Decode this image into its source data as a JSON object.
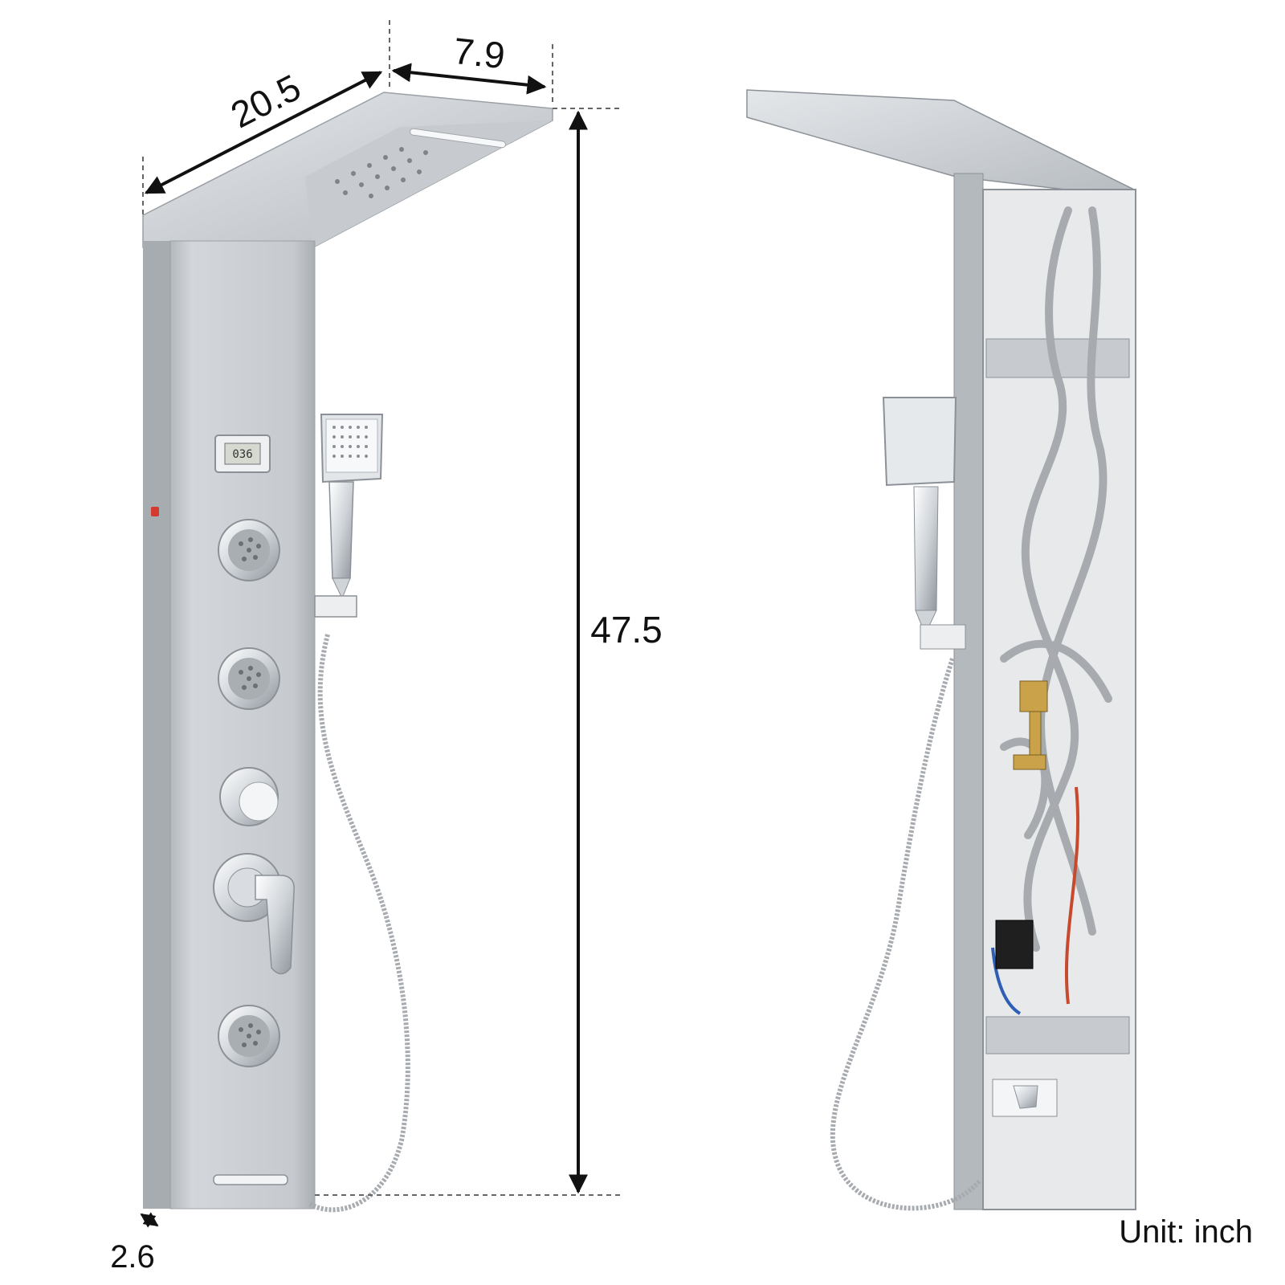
{
  "dimensions": {
    "width": "20.5",
    "depth": "7.9",
    "height": "47.5",
    "thickness": "2.6"
  },
  "unit_label": "Unit: inch",
  "display_readout": "036",
  "colors": {
    "steel": "#c4c8cc",
    "steel_dark": "#9ea3a8",
    "chrome": "#e8ebee",
    "hose": "#a7abaf",
    "brass": "#c9a24a",
    "indicator": "#d43a2f",
    "arrow": "#111111",
    "guide": "#666666"
  }
}
